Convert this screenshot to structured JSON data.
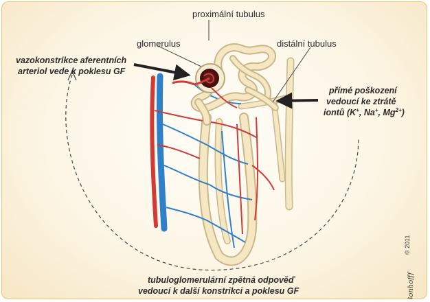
{
  "labels": {
    "proximal": "proximální tubulus",
    "glomerulus": "glomerulus",
    "distal": "distální tubulus",
    "vasoconstriction_line1": "vazokonstrikce aferentních",
    "vasoconstriction_line2": "arteriol vede k poklesu GF",
    "damage_line1": "přímé poškození",
    "damage_line2": "vedoucí ke ztrátě",
    "ions_prefix": "iontů (K",
    "ions_sup1": "+",
    "ions_mid1": ", Na",
    "ions_sup2": "+",
    "ions_mid2": ", Mg",
    "ions_sup3": "2+",
    "ions_suffix": ")",
    "feedback_line1": "tubuloglomerulární zpětná odpověď",
    "feedback_line2": "vedoucí k další konstrikci a poklesu GF"
  },
  "credit": {
    "copyright": "© 2011",
    "signature": "Bonhofff"
  },
  "colors": {
    "frame": "#e3c873",
    "tubule": "#f4e7c2",
    "artery": "#d23a36",
    "vein": "#2f7fc9"
  }
}
